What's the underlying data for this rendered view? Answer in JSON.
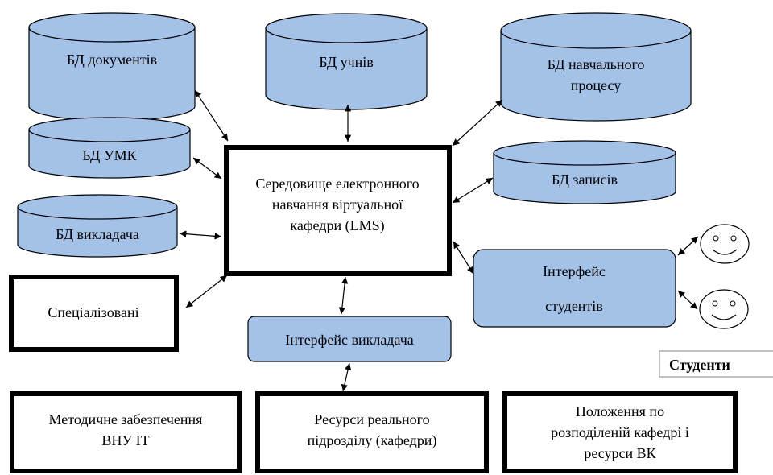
{
  "databases": {
    "documents": "БД документів",
    "students": "БД учнів",
    "process_line1": "БД навчального",
    "process_line2": "процесу",
    "umk": "БД УМК",
    "records": "БД записів",
    "teacher": "БД викладача"
  },
  "lms": {
    "line1": "Середовище електронного",
    "line2": "навчання віртуальної",
    "line3": "кафедри (LMS)"
  },
  "student_interface": {
    "line1": "Інтерфейс",
    "line2": "студентів"
  },
  "teacher_interface": "Інтерфейс викладача",
  "specialized": "Спеціалізовані",
  "students_label": "Студенти",
  "bottom": {
    "methodical_line1": "Методичне забезпечення",
    "methodical_line2": "ВНУ ІТ",
    "resources_line1": "Ресурси реального",
    "resources_line2": "підрозділу (кафедри)",
    "regulation_line1": "Положення по",
    "regulation_line2": "розподіленій кафедрі і",
    "regulation_line3": "ресурси ВК"
  },
  "colors": {
    "db_fill": "#a4c2e8",
    "stroke": "#000000",
    "background": "#ffffff"
  }
}
